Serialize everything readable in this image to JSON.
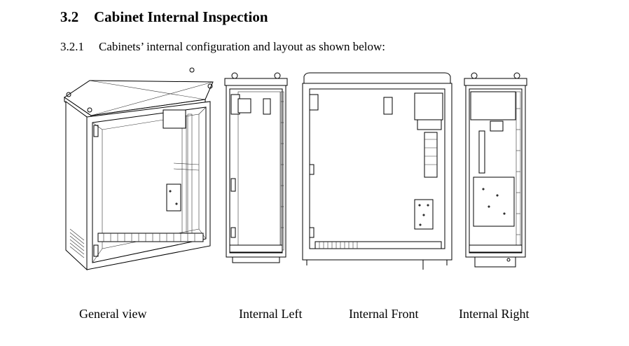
{
  "section": {
    "number": "3.2",
    "title": "Cabinet Internal Inspection"
  },
  "subsection": {
    "number": "3.2.1",
    "text": "Cabinets’ internal configuration and layout as shown below:"
  },
  "figures": [
    {
      "caption": "General view"
    },
    {
      "caption": "Internal Left"
    },
    {
      "caption": "Internal Front"
    },
    {
      "caption": "Internal Right"
    }
  ]
}
